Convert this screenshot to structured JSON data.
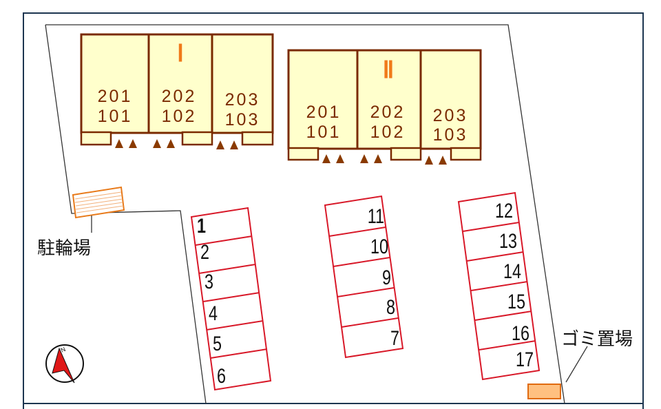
{
  "colors": {
    "frame": "#1c3550",
    "ground_line": "#333333",
    "building_fill": "#ffffcc",
    "building_border": "#7a2a00",
    "building_text": "#7a2a00",
    "roman_label": "#f07a1a",
    "entrance_marker": "#8a3a00",
    "parking_line": "#d81828",
    "bike_shelter_border": "#e87a1a",
    "bike_shelter_lines": "#f2b07a",
    "garbage_fill": "#ffc080",
    "garbage_border": "#e06a10",
    "compass_needle": "#e01818"
  },
  "icons": {
    "compass": "compass-icon",
    "entrance": "triangle-up-icon"
  },
  "buildings": [
    {
      "name": "Ⅰ",
      "units": [
        {
          "upper": "201",
          "lower": "101"
        },
        {
          "upper": "202",
          "lower": "102"
        },
        {
          "upper": "203",
          "lower": "103"
        }
      ]
    },
    {
      "name": "Ⅱ",
      "units": [
        {
          "upper": "201",
          "lower": "101"
        },
        {
          "upper": "202",
          "lower": "102"
        },
        {
          "upper": "203",
          "lower": "103"
        }
      ]
    }
  ],
  "parking": {
    "left": [
      "1",
      "2",
      "3",
      "4",
      "5",
      "6"
    ],
    "middle": [
      "11",
      "10",
      "9",
      "8",
      "7"
    ],
    "right": [
      "12",
      "13",
      "14",
      "15",
      "16",
      "17"
    ]
  },
  "facilities": {
    "bike_parking": "駐輪場",
    "garbage": "ゴミ置場"
  }
}
